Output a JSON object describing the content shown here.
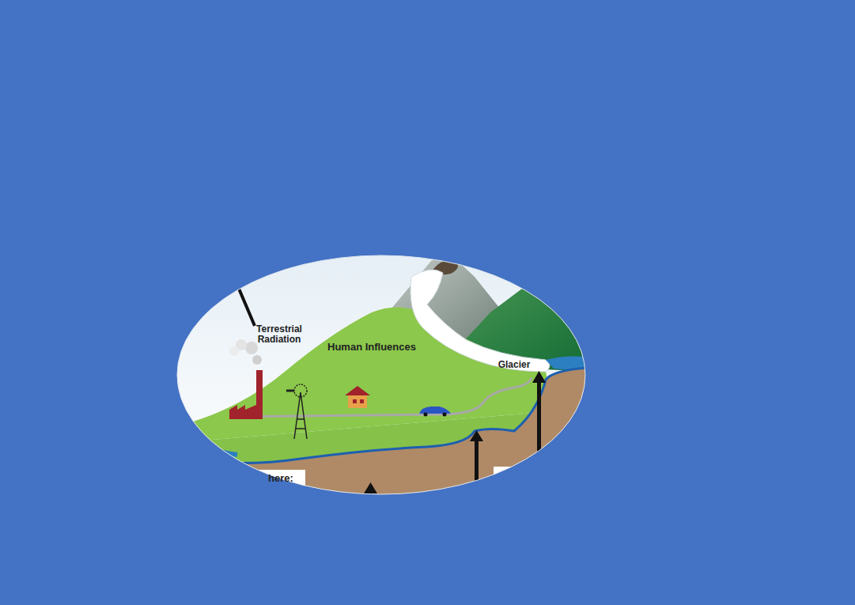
{
  "diagram": {
    "labels": [
      "Terrestrial Radiation",
      "Human Influences",
      "Glacier",
      "here:"
    ]
  }
}
